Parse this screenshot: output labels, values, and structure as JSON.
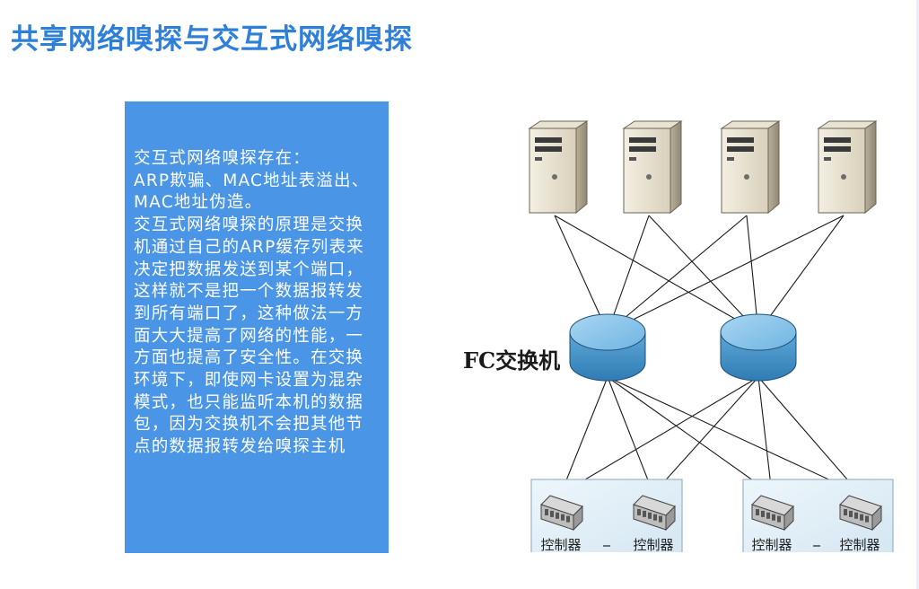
{
  "slide": {
    "title": "共享网络嗅探与交互式网络嗅探"
  },
  "panel": {
    "text": "交互式网络嗅探存在：\nARP欺骗、MAC地址表溢出、 MAC地址伪造。\n交互式网络嗅探的原理是交换机通过自己的ARP缓存列表来决定把数据发送到某个端口，这样就不是把一个数据报转发到所有端口了，这种做法一方面大大提高了网络的性能，一方面也提高了安全性。在交换环境下，即使网卡设置为混杂模式，也只能监听本机的数据包，因为交换机不会把其他节点的数据报转发给嗅探主机"
  },
  "diagram": {
    "switch_label": "FC交换机",
    "controller_label": "控制器",
    "server_count": 4,
    "switch_count": 2,
    "controller_count": 4
  }
}
